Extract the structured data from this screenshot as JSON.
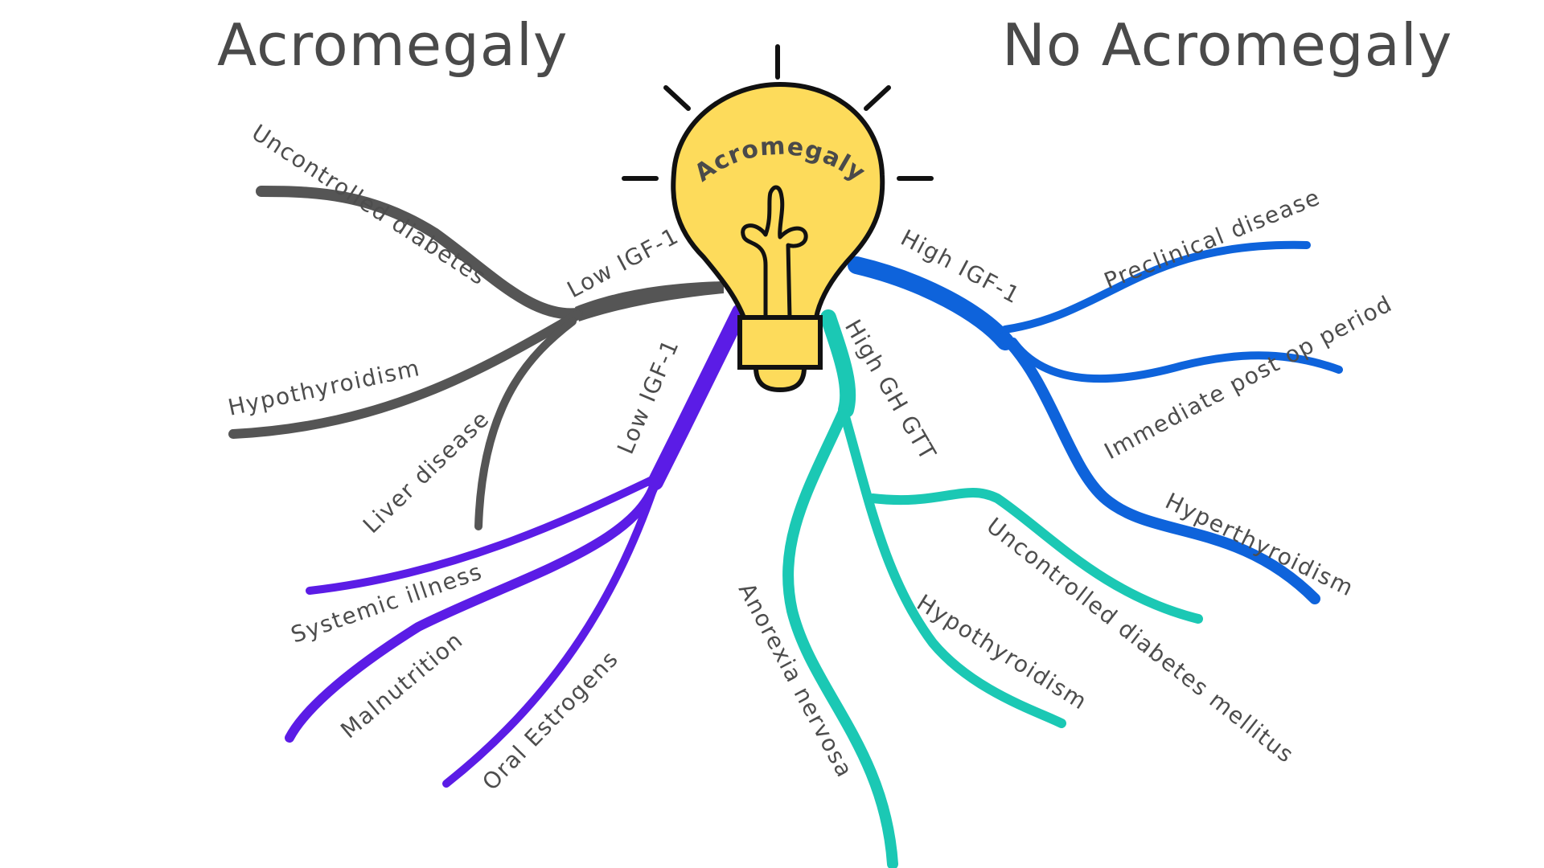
{
  "headings": {
    "left": "Acromegaly",
    "right": "No Acromegaly"
  },
  "center": {
    "label": "Acromegaly",
    "icon": "lightbulb-icon",
    "bulb_color": "#FDDB5B"
  },
  "branches": {
    "gray": {
      "color": "#555555",
      "label": "Low IGF-1",
      "items": [
        "Uncontrolled diabetes",
        "Hypothyroidism",
        "Liver disease"
      ]
    },
    "purple": {
      "color": "#5B1CE6",
      "label": "Low IGF-1",
      "items": [
        "Systemic illness",
        "Malnutrition",
        "Oral Estrogens"
      ]
    },
    "teal": {
      "color": "#1BC8B4",
      "label": "High GH GTT",
      "items": [
        "Anorexia nervosa",
        "Hypothyroidism",
        "Uncontrolled diabetes mellitus"
      ]
    },
    "blue": {
      "color": "#0E63DB",
      "label": "High IGF-1",
      "items": [
        "Preclinical disease",
        "Immediate post op period",
        "Hyperthyroidism"
      ]
    }
  }
}
